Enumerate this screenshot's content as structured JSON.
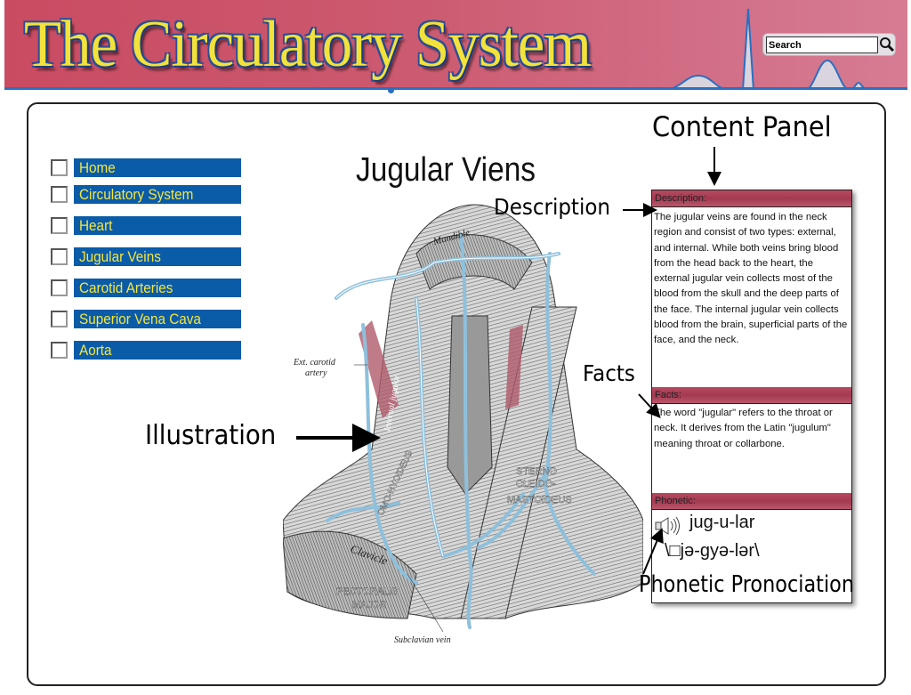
{
  "header": {
    "title": "The Circulatory System",
    "search_value": "Search"
  },
  "nav": {
    "items": [
      {
        "label": "Home"
      },
      {
        "label": "Circulatory System"
      },
      {
        "label": "Heart"
      },
      {
        "label": "Jugular Veins"
      },
      {
        "label": "Carotid Arteries"
      },
      {
        "label": "Superior Vena Cava"
      },
      {
        "label": "Aorta"
      }
    ]
  },
  "main": {
    "title": "Jugular Viens",
    "illustration_labels": {
      "ext_carotid": "Ext. carotid",
      "artery": "artery",
      "subclavian": "Subclavian vein",
      "clavicle": "Clavicle",
      "pectoralis": "PECTORALIS",
      "major": "MAJOR",
      "sterno": "STERNO",
      "cleido": "CLEIDO-",
      "mastoideus": "MASTOIDEUS",
      "mandible": "Mandible",
      "omo": "OMO-HYOIDEUS",
      "internal_jugular": "Internal jugular"
    }
  },
  "content_panel": {
    "description_label": "Description:",
    "description_text": "The jugular veins are found in the neck region and consist of two types: external, and internal. While both veins bring blood from the head back to the heart, the external jugular vein collects most of the blood from the skull and the deep parts of the face. The internal jugular vein collects blood from the brain, superficial parts of the face, and the neck.",
    "facts_label": "Facts:",
    "facts_text": "The word \"jugular\" refers to the throat or neck. It derives from the Latin \"jugulum\" meaning throat or collarbone.",
    "phonetic_label": "Phonetic:",
    "phonetic_word": "jug-u-lar",
    "phonetic_ipa": "\\□jə-gyə-lər\\"
  },
  "annotations": {
    "content_panel": "Content Panel",
    "description": "Description",
    "facts": "Facts",
    "illustration": "Illustration",
    "phonetic": "Phonetic Pronociation"
  },
  "colors": {
    "nav_bg": "#0a5ba8",
    "nav_text": "#f5e63e",
    "header_bg": "#c94b62",
    "section_head": "#a33a52"
  }
}
